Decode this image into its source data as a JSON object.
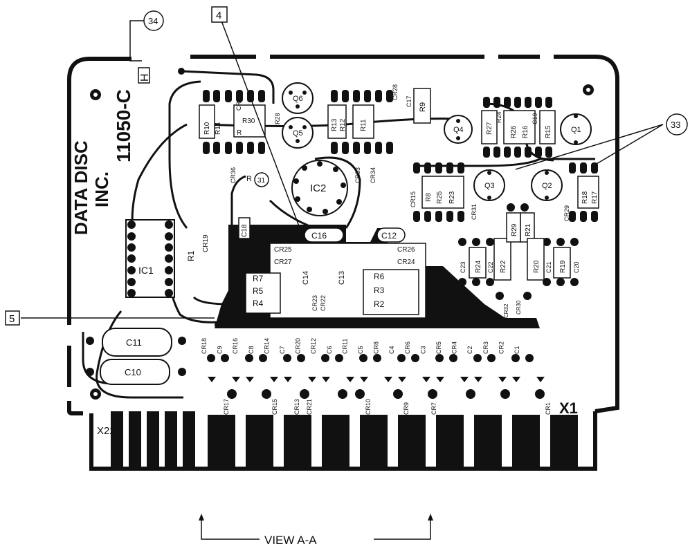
{
  "board": {
    "maker_line1": "DATA DISC",
    "maker_line2": "INC.",
    "part_number": "11050-C",
    "revision": "H",
    "connector_label": "X1",
    "pin_label": "X22"
  },
  "callouts": {
    "c34": "34",
    "c4": "4",
    "c33": "33",
    "c5": "5",
    "c31": "31"
  },
  "view_label": "VIEW A-A",
  "ics": {
    "ic1": "IC1",
    "ic2": "IC2"
  },
  "caps_large": {
    "c11": "C11",
    "c10": "C10",
    "c16": "C16",
    "c12": "C12"
  },
  "center_block": {
    "left_resistors": [
      "R7",
      "R5",
      "R4"
    ],
    "right_resistors": [
      "R6",
      "R3",
      "R2"
    ],
    "caps": [
      "C14",
      "C13"
    ],
    "top_labels": [
      "CR25",
      "CR27",
      "CR26",
      "CR24"
    ],
    "cr_small": [
      "CR23",
      "CR22"
    ],
    "c18": "C18"
  },
  "transistors": [
    "Q6",
    "Q5",
    "Q4",
    "Q3",
    "Q2",
    "Q1"
  ],
  "top_left_group": [
    "R10",
    "R14",
    "CR35",
    "R30",
    "R28",
    "R",
    "CR36"
  ],
  "top_mid_group": [
    "R13",
    "R12",
    "R11",
    "CR28",
    "C17",
    "R9",
    "CR33",
    "CR34"
  ],
  "top_right_group": [
    "R27",
    "R24",
    "R26",
    "R16",
    "C19",
    "R15"
  ],
  "right_mid_group": [
    "CR15",
    "R8",
    "R25",
    "R23",
    "CR31",
    "CR29",
    "R18",
    "R17"
  ],
  "right_lower_group": [
    "C23",
    "R24",
    "C22",
    "R22",
    "R29",
    "R21",
    "R20",
    "C21",
    "R19",
    "C20",
    "CR32",
    "CR30"
  ],
  "misc_left": [
    "R1",
    "CR19",
    "R"
  ],
  "bottom_row_top": [
    "CR18",
    "C9",
    "CR16",
    "C8",
    "CR14",
    "C7",
    "CR20",
    "CR12",
    "C6",
    "CR11",
    "C5",
    "CR8",
    "C4",
    "CR6",
    "C3",
    "CR5",
    "CR4",
    "C2",
    "CR3",
    "CR2",
    "C1"
  ],
  "bottom_row_bottom": [
    "CR17",
    "CR15",
    "CR13",
    "CR21",
    "CR10",
    "CR9",
    "CR7",
    "CR1"
  ]
}
